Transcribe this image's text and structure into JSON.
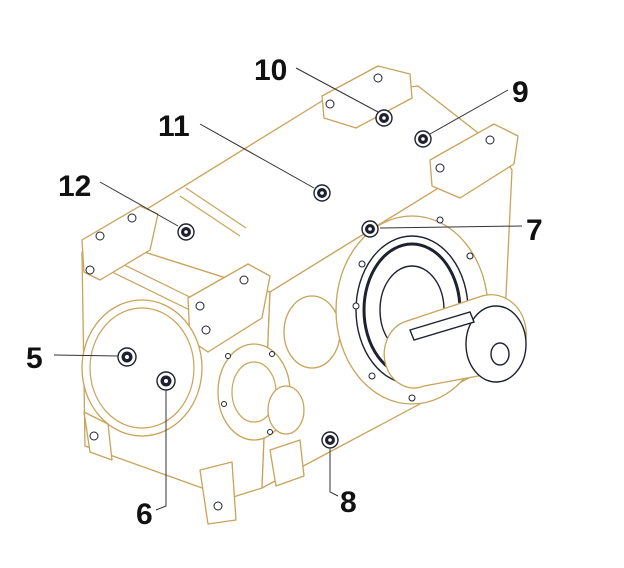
{
  "colors": {
    "outline": "#c8a35a",
    "dark": "#1e2230",
    "label": "#111111",
    "leader": "#333333",
    "background": "#ffffff"
  },
  "callouts": [
    {
      "id": "5",
      "label": "5"
    },
    {
      "id": "6",
      "label": "6"
    },
    {
      "id": "7",
      "label": "7"
    },
    {
      "id": "8",
      "label": "8"
    },
    {
      "id": "9",
      "label": "9"
    },
    {
      "id": "10",
      "label": "10"
    },
    {
      "id": "11",
      "label": "11"
    },
    {
      "id": "12",
      "label": "12"
    }
  ]
}
